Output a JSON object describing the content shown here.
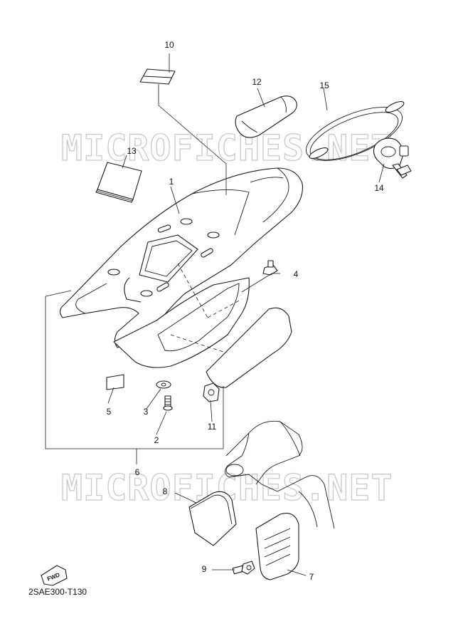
{
  "watermark": "MICROFICHES.NET",
  "diagram_code": "2SAE300-T130",
  "fwd_label": "FWD",
  "callouts": [
    {
      "id": "1",
      "label": "1"
    },
    {
      "id": "2",
      "label": "2"
    },
    {
      "id": "3",
      "label": "3"
    },
    {
      "id": "4",
      "label": "4"
    },
    {
      "id": "5",
      "label": "5"
    },
    {
      "id": "6",
      "label": "6"
    },
    {
      "id": "7",
      "label": "7"
    },
    {
      "id": "8",
      "label": "8"
    },
    {
      "id": "9",
      "label": "9"
    },
    {
      "id": "10",
      "label": "10"
    },
    {
      "id": "11",
      "label": "11"
    },
    {
      "id": "12",
      "label": "12"
    },
    {
      "id": "13",
      "label": "13"
    },
    {
      "id": "14",
      "label": "14"
    },
    {
      "id": "15",
      "label": "15"
    }
  ]
}
